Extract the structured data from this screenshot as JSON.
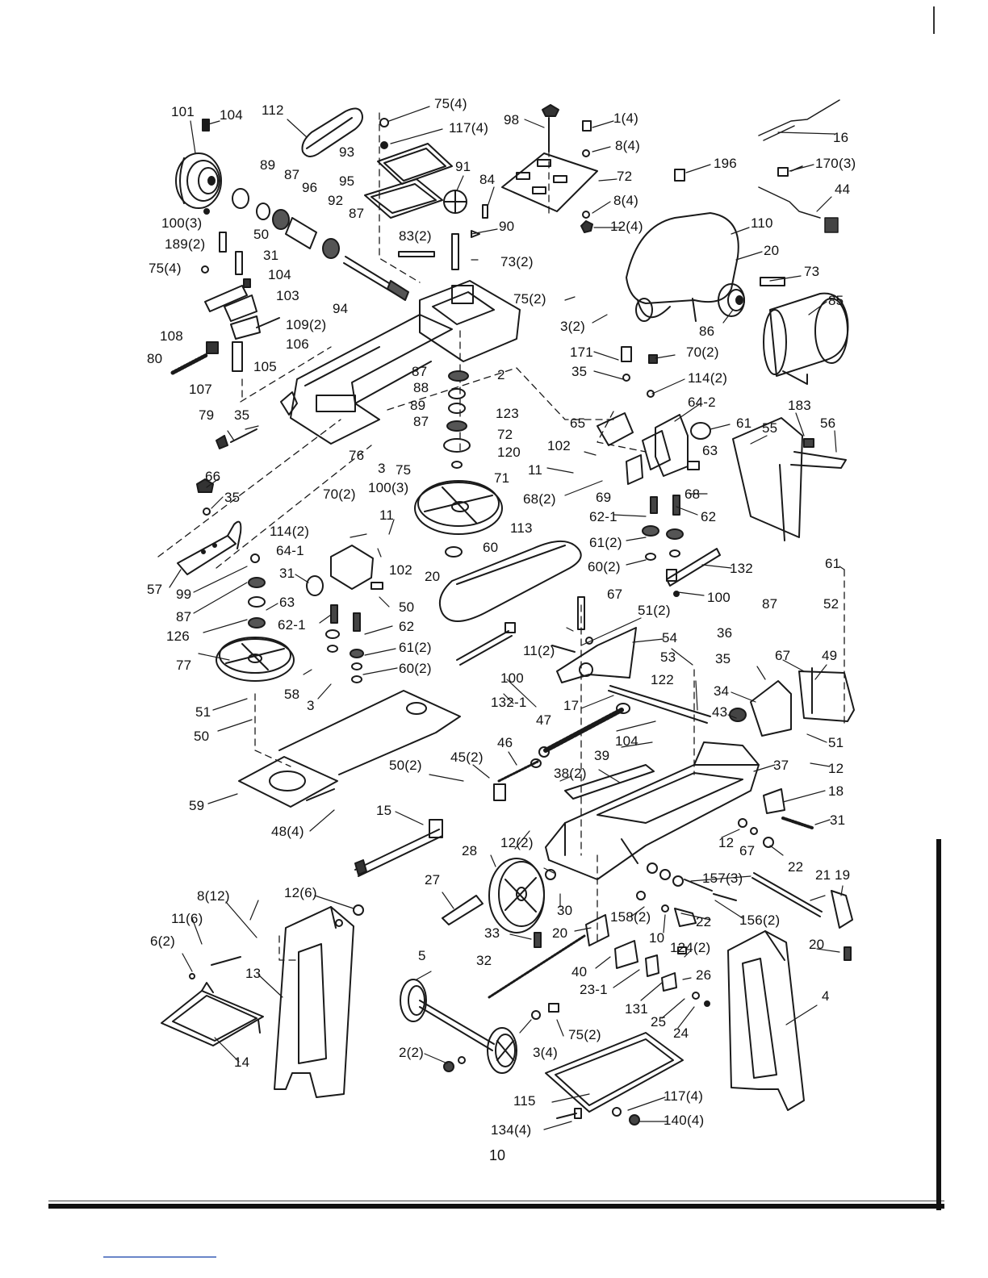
{
  "page": {
    "number": "10"
  },
  "labels": [
    "101",
    "104",
    "112",
    "75(4)",
    "117(4)",
    "98",
    "1(4)",
    "16",
    "8(4)",
    "170(3)",
    "196",
    "44",
    "93",
    "91",
    "95",
    "84",
    "72",
    "89",
    "87",
    "96",
    "92",
    "8(4)",
    "12(4)",
    "110",
    "100(3)",
    "50",
    "87",
    "90",
    "83(2)",
    "189(2)",
    "31",
    "73(2)",
    "20",
    "73",
    "75(4)",
    "104",
    "94",
    "103",
    "75(2)",
    "85",
    "109(2)",
    "106",
    "3(2)",
    "86",
    "108",
    "171",
    "70(2)",
    "80",
    "105",
    "35",
    "114(2)",
    "107",
    "87",
    "2",
    "88",
    "64-2",
    "183",
    "89",
    "61",
    "56",
    "79",
    "35",
    "87",
    "65",
    "123",
    "55",
    "72",
    "102",
    "120",
    "63",
    "76",
    "3",
    "75",
    "11",
    "100(3)",
    "71",
    "66",
    "68(2)",
    "69",
    "68",
    "35",
    "70(2)",
    "62-1",
    "62",
    "11",
    "114(2)",
    "113",
    "61(2)",
    "60",
    "102",
    "20",
    "57",
    "99",
    "64-1",
    "60(2)",
    "132",
    "31",
    "61",
    "100",
    "87",
    "63",
    "50",
    "67",
    "52",
    "87",
    "126",
    "62-1",
    "62",
    "51(2)",
    "61(2)",
    "54",
    "36",
    "77",
    "60(2)",
    "11(2)",
    "53",
    "35",
    "67",
    "49",
    "100",
    "122",
    "34",
    "58",
    "3",
    "132-1",
    "17",
    "51",
    "43",
    "51",
    "47",
    "50",
    "104",
    "37",
    "46",
    "12",
    "45(2)",
    "39",
    "50(2)",
    "38(2)",
    "18",
    "59",
    "15",
    "31",
    "48(4)",
    "12(2)",
    "12",
    "28",
    "67",
    "22",
    "157(3)",
    "27",
    "19",
    "8(12)",
    "21",
    "12(6)",
    "30",
    "158(2)",
    "22",
    "11(6)",
    "20",
    "33",
    "10",
    "156(2)",
    "20",
    "6(2)",
    "124(2)",
    "32",
    "40",
    "13",
    "26",
    "5",
    "23-1",
    "4",
    "131",
    "25",
    "24",
    "75(2)",
    "14",
    "3(4)",
    "2(2)",
    "117(4)",
    "115",
    "140(4)",
    "134(4)"
  ]
}
